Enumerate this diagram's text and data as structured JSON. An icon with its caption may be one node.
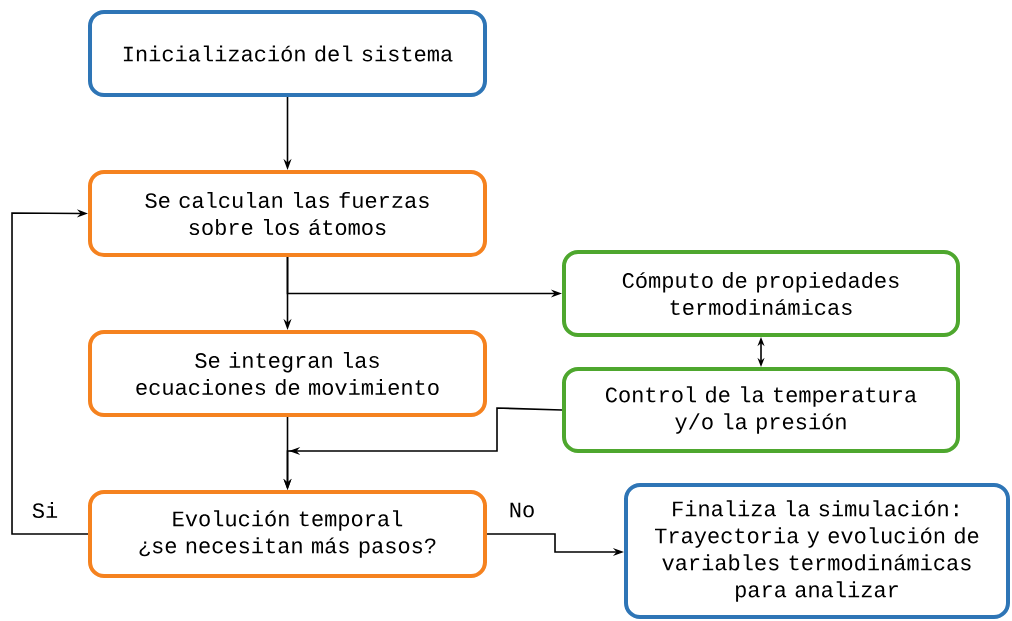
{
  "diagram": {
    "nodes": [
      {
        "text": [
          "Inicialización del sistema"
        ]
      },
      {
        "text": [
          "Se calculan las fuerzas sobre los átomos"
        ]
      },
      {
        "text": [
          "Se integran las ecuaciones de movimiento"
        ]
      },
      {
        "text": [
          "Evolución temporal",
          "¿se necesitan más pasos?"
        ]
      },
      {
        "text": [
          "Cómputo de propiedades termodinámicas"
        ]
      },
      {
        "text": [
          "Control de la temperatura y/o la presión"
        ]
      },
      {
        "text": [
          "Finaliza la simulación: Trayectoria y evolución de variables termodinámicas para analizar"
        ]
      }
    ],
    "edges": [
      {
        "from": 0,
        "to": 1,
        "arrow": "to"
      },
      {
        "from": 1,
        "to": 2,
        "arrow": "to"
      },
      {
        "from": 1,
        "to": 4,
        "arrow": "to"
      },
      {
        "from": 4,
        "to": 5,
        "arrow": "both"
      },
      {
        "from": 5,
        "to": 3,
        "arrow": "to"
      },
      {
        "from": 2,
        "to": 3,
        "arrow": "to"
      },
      {
        "from": 3,
        "to": 1,
        "arrow": "to",
        "label": "Si"
      },
      {
        "from": 3,
        "to": 6,
        "arrow": "to",
        "label": "No"
      }
    ]
  }
}
